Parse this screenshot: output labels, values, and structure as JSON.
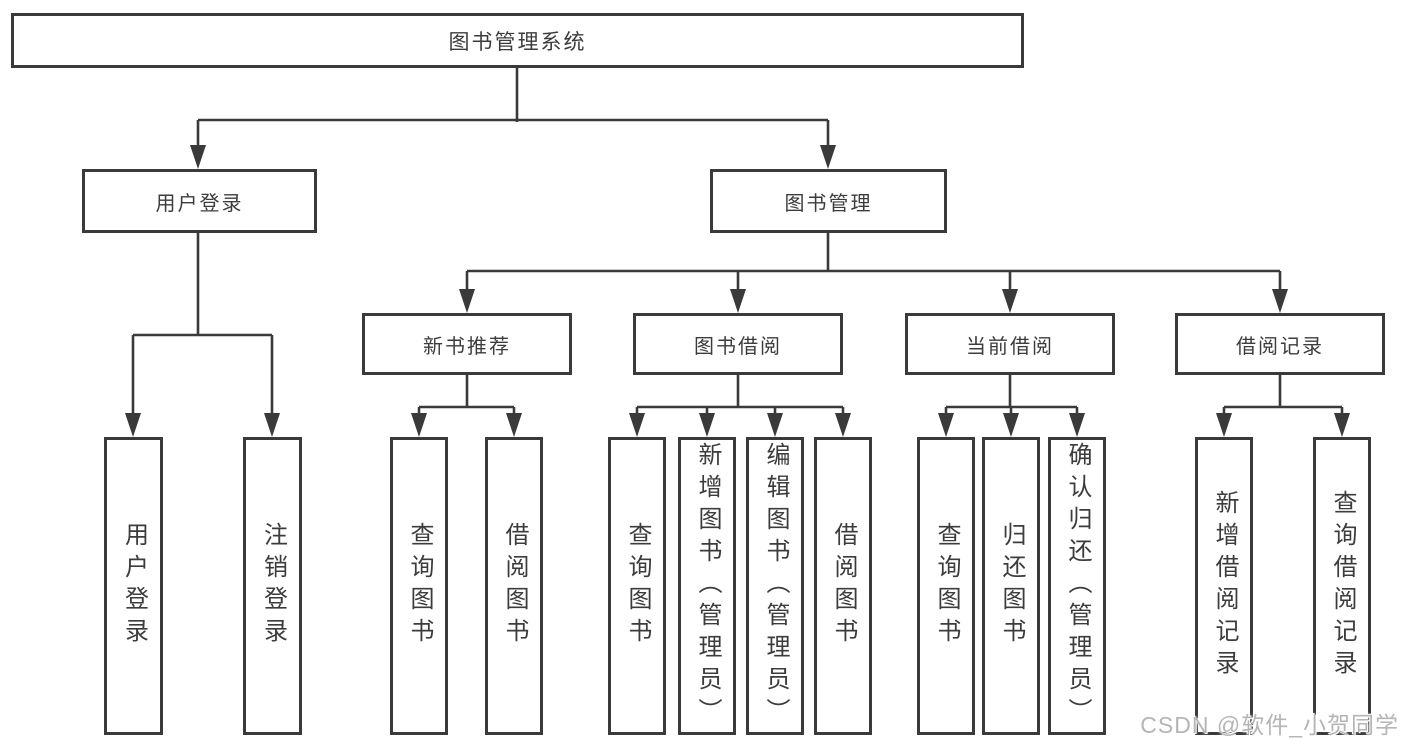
{
  "nodes": {
    "root": "图书管理系统",
    "l2": [
      {
        "label": "用户登录",
        "children": [
          {
            "label": "用户登录"
          },
          {
            "label": "注销登录"
          }
        ]
      },
      {
        "label": "图书管理",
        "children": [
          {
            "label": "新书推荐",
            "children": [
              {
                "label": "查询图书"
              },
              {
                "label": "借阅图书"
              }
            ]
          },
          {
            "label": "图书借阅",
            "children": [
              {
                "label": "查询图书"
              },
              {
                "label": "新增图书（管理员）"
              },
              {
                "label": "编辑图书（管理员）"
              },
              {
                "label": "借阅图书"
              }
            ]
          },
          {
            "label": "当前借阅",
            "children": [
              {
                "label": "查询图书"
              },
              {
                "label": "归还图书"
              },
              {
                "label": "确认归还（管理员）"
              }
            ]
          },
          {
            "label": "借阅记录",
            "children": [
              {
                "label": "新增借阅记录"
              },
              {
                "label": "查询借阅记录"
              }
            ]
          }
        ]
      }
    ]
  },
  "watermark": {
    "text": "CSDN @软件_小贺同学"
  },
  "colors": {
    "line": "#3a3a3a",
    "text": "#3c3c3c",
    "background": "#ffffff",
    "watermark": "#b5b5b5"
  }
}
